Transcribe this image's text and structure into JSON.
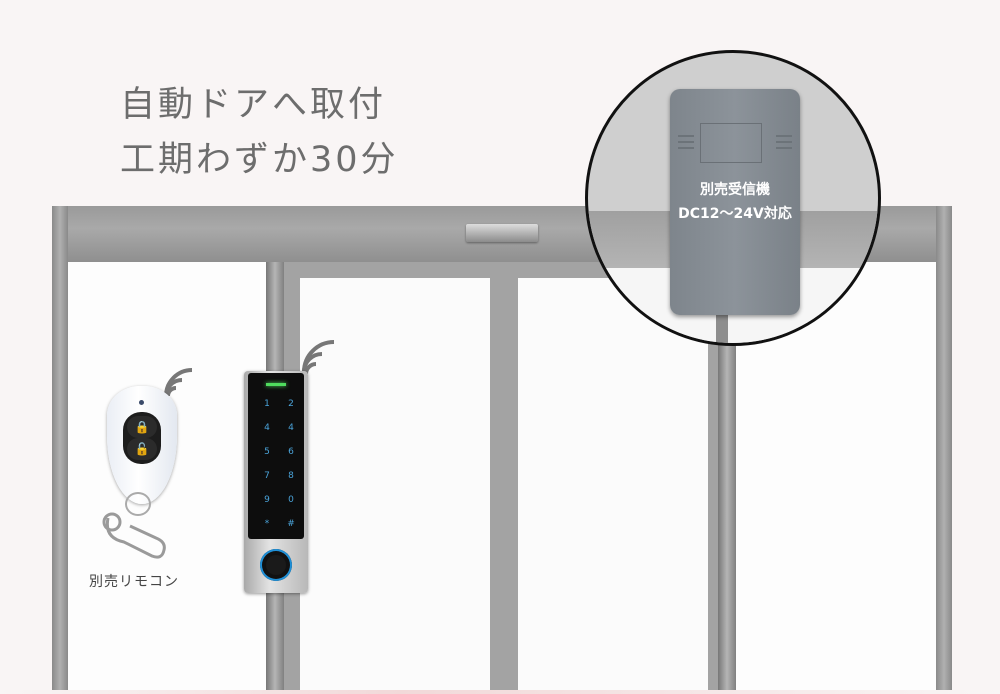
{
  "headline": {
    "line1": "自動ドアへ取付",
    "line2": "工期わずか30分"
  },
  "receiver": {
    "label_line1": "別売受信機",
    "label_line2": "DC12～24V対応"
  },
  "remote": {
    "caption": "別売リモコン",
    "lock_icon": "lock-icon",
    "unlock_icon": "unlock-icon"
  },
  "keypad": {
    "keys": [
      "1",
      "2",
      "4",
      "4",
      "5",
      "6",
      "7",
      "8",
      "9",
      "0",
      "*",
      "#"
    ],
    "led_color": "#4fdc5e",
    "key_color": "#4aa3d9"
  }
}
